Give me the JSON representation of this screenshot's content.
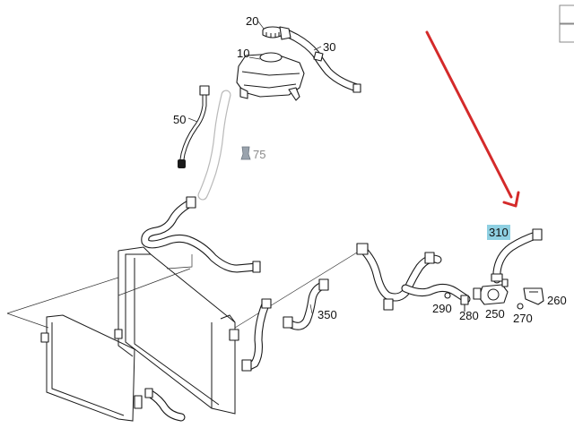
{
  "callouts": [
    {
      "id": "20",
      "text": "20"
    },
    {
      "id": "10",
      "text": "10"
    },
    {
      "id": "30",
      "text": "30"
    },
    {
      "id": "50",
      "text": "50"
    },
    {
      "id": "75",
      "text": "75"
    },
    {
      "id": "310",
      "text": "310",
      "highlighted": true
    },
    {
      "id": "350",
      "text": "350"
    },
    {
      "id": "290",
      "text": "290"
    },
    {
      "id": "280",
      "text": "280"
    },
    {
      "id": "250",
      "text": "250"
    },
    {
      "id": "270",
      "text": "270"
    },
    {
      "id": "260",
      "text": "260"
    }
  ],
  "colors": {
    "highlight": "#8fd0e2",
    "arrow": "#d42a2a",
    "line": "#1a1a1a",
    "muted": "#8a8a8a"
  }
}
